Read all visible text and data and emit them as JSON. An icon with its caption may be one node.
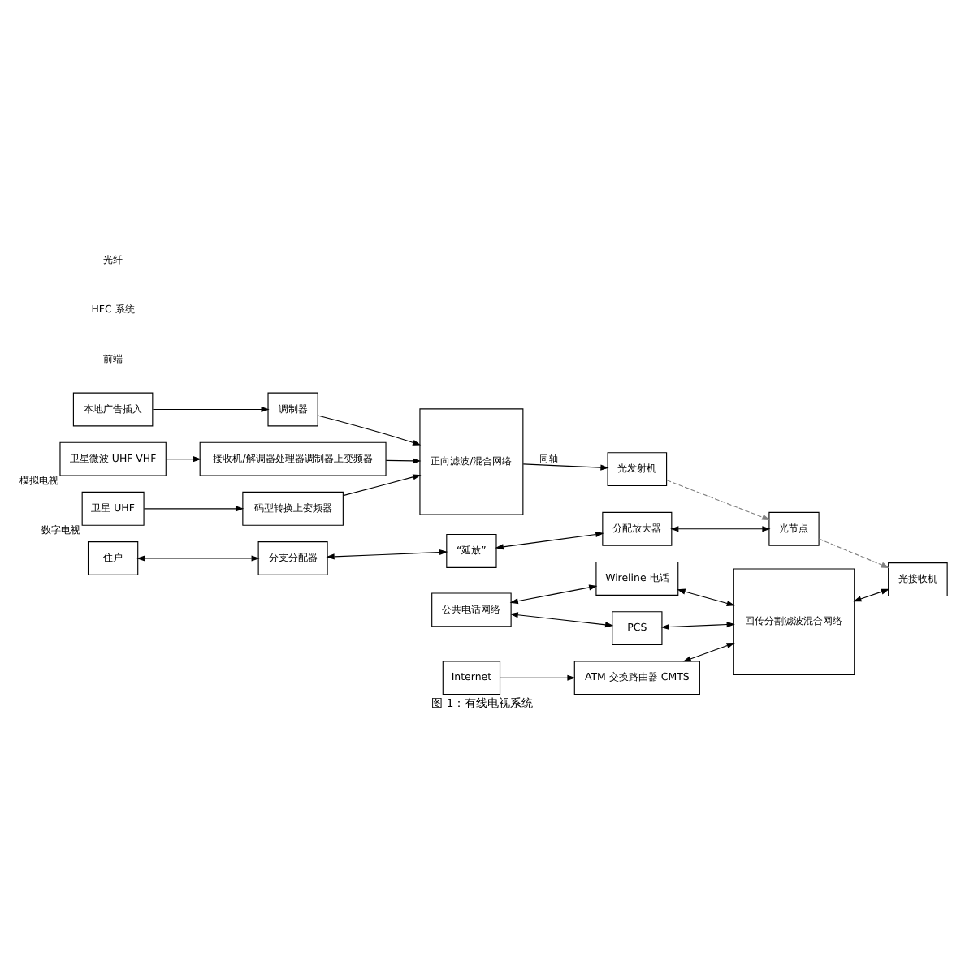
{
  "diagram": {
    "caption": "图 1：有线电视系统",
    "nodes": [
      {
        "text": [
          "卫星微波 UHF VHF"
        ],
        "beside": [
          "模拟电视"
        ]
      },
      {
        "text": [
          "接收机/解调器处理器调制器上变频器"
        ]
      },
      {
        "text": [
          "卫星 UHF"
        ],
        "beside": [
          "数字电视"
        ]
      },
      {
        "text": [
          "码型转换上变频器"
        ]
      },
      {
        "text": [
          "本地广告插入"
        ]
      },
      {
        "text": [
          "调制器"
        ]
      },
      {
        "text": [
          "Internet"
        ]
      },
      {
        "text": [
          "ATM 交换路由器 CMTS"
        ]
      },
      {
        "text": [
          "公共电话网络"
        ]
      },
      {
        "text": [
          "PCS"
        ]
      },
      {
        "text": [
          "Wireline 电话"
        ]
      },
      {
        "text": [
          "正向滤波/混合网络"
        ]
      },
      {
        "text": [
          "回传分割滤波混合网络"
        ]
      },
      {
        "text": [
          "光发射机"
        ]
      },
      {
        "text": [
          "光接收机"
        ]
      },
      {
        "text": [
          "光节点"
        ]
      },
      {
        "text": [
          "住户"
        ]
      },
      {
        "text": [
          "分支分配器"
        ]
      },
      {
        "text": [
          "“延放”"
        ]
      },
      {
        "text": [
          "分配放大器"
        ]
      }
    ],
    "edges": [
      {
        "from": 0,
        "to": 1,
        "arrow": "to"
      },
      {
        "from": 2,
        "to": 3,
        "arrow": "to"
      },
      {
        "from": 4,
        "to": 5,
        "arrow": "to"
      },
      {
        "from": 6,
        "to": 7,
        "arrow": "to"
      },
      {
        "from": 1,
        "to": 11,
        "arrow": "to"
      },
      {
        "from": 3,
        "to": 11,
        "arrow": "to"
      },
      {
        "from": 5,
        "to": 11,
        "arrow": "to"
      },
      {
        "from": 7,
        "to": 12,
        "arrow": "both"
      },
      {
        "from": 8,
        "to": 9,
        "arrow": "both"
      },
      {
        "from": 8,
        "to": 10,
        "arrow": "both"
      },
      {
        "from": 9,
        "to": 12,
        "arrow": "both"
      },
      {
        "from": 10,
        "to": 12,
        "arrow": "both"
      },
      {
        "from": 11,
        "to": 13,
        "arrow": "to",
        "label": "同轴"
      },
      {
        "from": 12,
        "to": 14,
        "arrow": "both"
      },
      {
        "from": 13,
        "to": 15,
        "arrow": "to",
        "style": "dashed",
        "color": "#808080"
      },
      {
        "from": 15,
        "to": 14,
        "arrow": "to",
        "style": "dashed",
        "color": "#808080"
      },
      {
        "from": 16,
        "to": 17,
        "arrow": "both"
      },
      {
        "from": 17,
        "to": 18,
        "arrow": "both"
      },
      {
        "from": 18,
        "to": 19,
        "arrow": "both"
      },
      {
        "from": 19,
        "to": 15,
        "arrow": "both"
      }
    ],
    "labels": [
      "前端",
      "HFC 系统",
      "光纤"
    ]
  }
}
